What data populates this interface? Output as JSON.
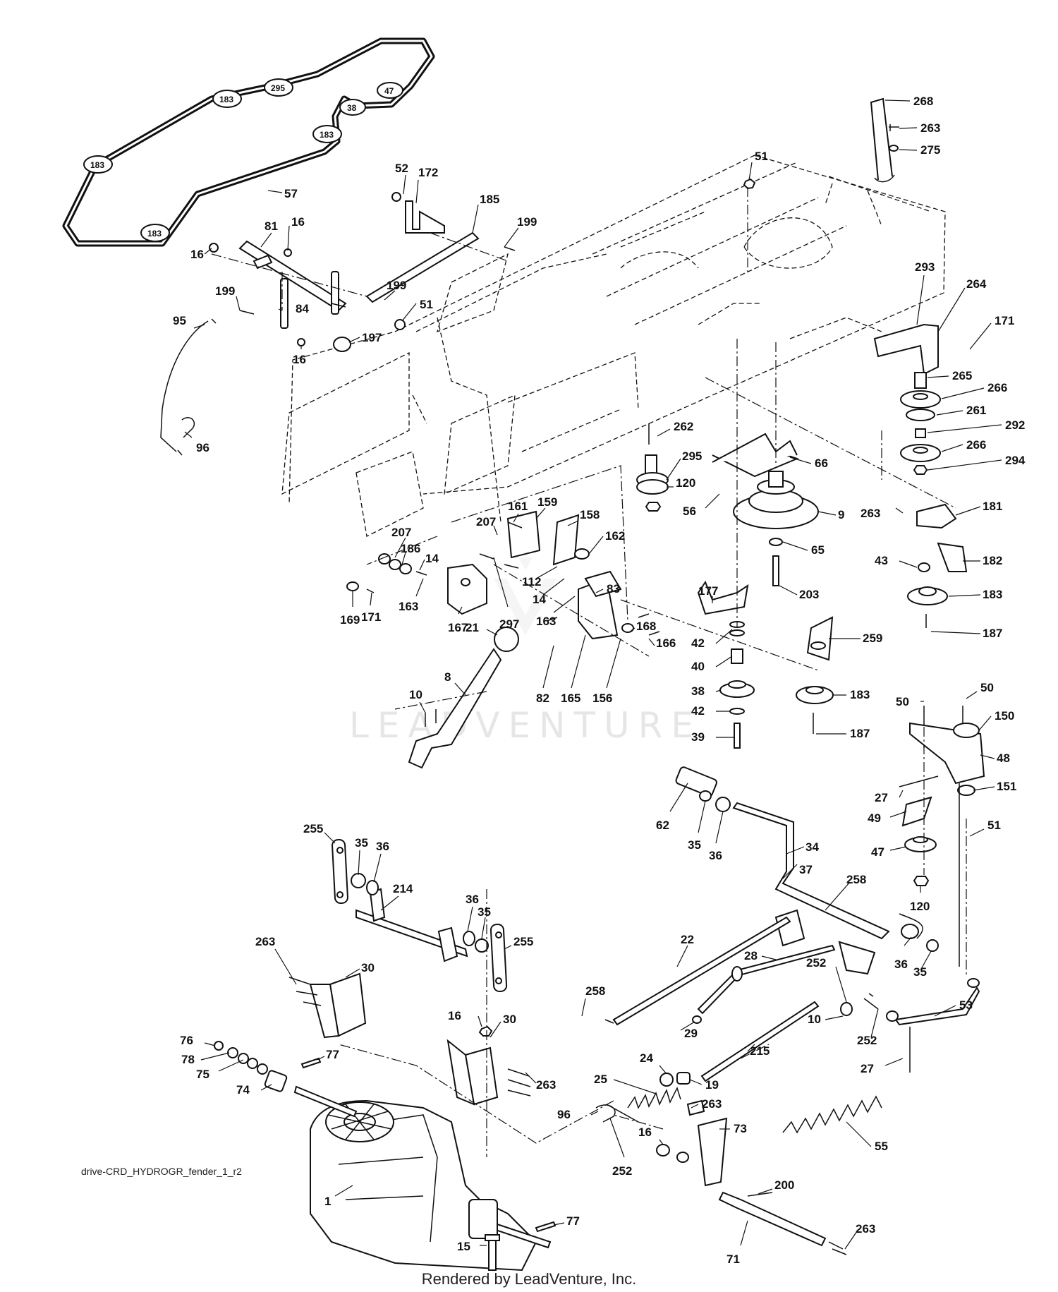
{
  "diagram_name": "drive-CRD_HYDROGR_fender_1_r2",
  "credit": "Rendered by LeadVenture, Inc.",
  "watermark": "LEADVENTURE",
  "belt_labels": [
    "295",
    "183",
    "47",
    "38",
    "183",
    "183",
    "183"
  ],
  "callouts": [
    "57",
    "52",
    "172",
    "185",
    "199",
    "81",
    "16",
    "16",
    "199",
    "84",
    "199",
    "51",
    "197",
    "16",
    "95",
    "96",
    "268",
    "263",
    "275",
    "51",
    "293",
    "264",
    "171",
    "265",
    "266",
    "261",
    "292",
    "266",
    "294",
    "262",
    "295",
    "120",
    "56",
    "66",
    "9",
    "263",
    "181",
    "65",
    "43",
    "182",
    "203",
    "183",
    "187",
    "161",
    "159",
    "158",
    "207",
    "162",
    "207",
    "186",
    "14",
    "163",
    "112",
    "14",
    "163",
    "83",
    "297",
    "169",
    "171",
    "167",
    "168",
    "166",
    "21",
    "82",
    "165",
    "156",
    "177",
    "42",
    "40",
    "38",
    "42",
    "39",
    "259",
    "183",
    "187",
    "10",
    "8",
    "50",
    "50",
    "150",
    "48",
    "27",
    "151",
    "49",
    "47",
    "51",
    "120",
    "62",
    "35",
    "36",
    "34",
    "37",
    "258",
    "255",
    "35",
    "36",
    "214",
    "36",
    "35",
    "255",
    "22",
    "28",
    "36",
    "35",
    "252",
    "10",
    "252",
    "53",
    "263",
    "30",
    "258",
    "29",
    "215",
    "27",
    "16",
    "30",
    "76",
    "77",
    "78",
    "75",
    "74",
    "263",
    "24",
    "25",
    "19",
    "96",
    "263",
    "73",
    "55",
    "252",
    "16",
    "200",
    "77",
    "71",
    "263",
    "1",
    "15"
  ]
}
